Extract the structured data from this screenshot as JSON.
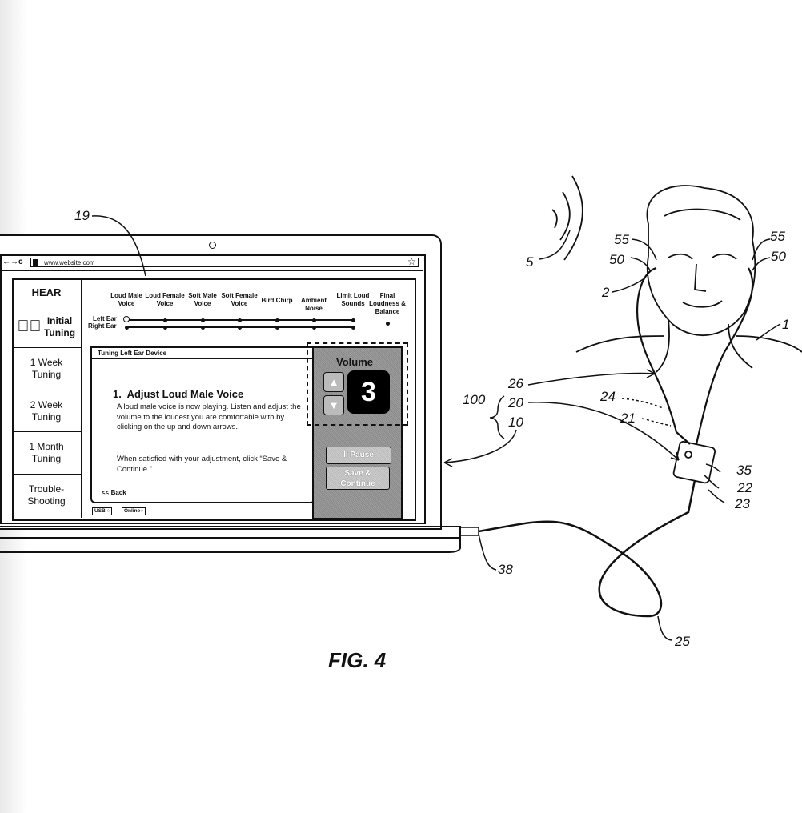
{
  "figure_label": "FIG. 4",
  "browser": {
    "url": "www.website.com",
    "nav_icons": [
      "back-arrow-icon",
      "forward-arrow-icon",
      "reload-icon",
      "page-icon",
      "star-icon"
    ]
  },
  "sidebar": {
    "title": "HEAR",
    "items": [
      {
        "label": "Initial Tuning",
        "active": true
      },
      {
        "label": "1 Week Tuning"
      },
      {
        "label": "2 Week Tuning"
      },
      {
        "label": "1 Month Tuning"
      },
      {
        "label": "Trouble-Shooting"
      }
    ]
  },
  "progress": {
    "row_labels": [
      "Left Ear",
      "Right Ear"
    ],
    "stages": [
      "Loud Male Voice",
      "Loud Female Voice",
      "Soft Male Voice",
      "Soft Female Voice",
      "Bird Chirp",
      "Ambient Noise",
      "Limit Loud Sounds",
      "Final Loudness & Balance"
    ],
    "current_stage": 1
  },
  "dialog": {
    "title": "Tuning Left Ear Device",
    "heading": "1.  Adjust Loud Male Voice",
    "body1": "A loud male voice is now playing. Listen and adjust the volume to the loudest you are comfortable with by clicking on the up and down arrows.",
    "body2": "When satisfied with your adjustment, click “Save & Continue.”",
    "back": "<< Back"
  },
  "volume": {
    "label": "Volume",
    "value": "3",
    "pause": "II Pause",
    "save": "Save & Continue"
  },
  "status_tabs": [
    "USB",
    "Online"
  ],
  "reference_numerals": {
    "screen": "19",
    "sound": "5",
    "ear_l": "55",
    "ear_r": "55",
    "bud_l": "50",
    "bud_r": "50",
    "cable_l": "2",
    "user": "1",
    "system": "100",
    "n26": "26",
    "n20": "20",
    "n10": "10",
    "n24": "24",
    "n21": "21",
    "n35": "35",
    "n22": "22",
    "n23": "23",
    "n38": "38",
    "n25": "25"
  }
}
